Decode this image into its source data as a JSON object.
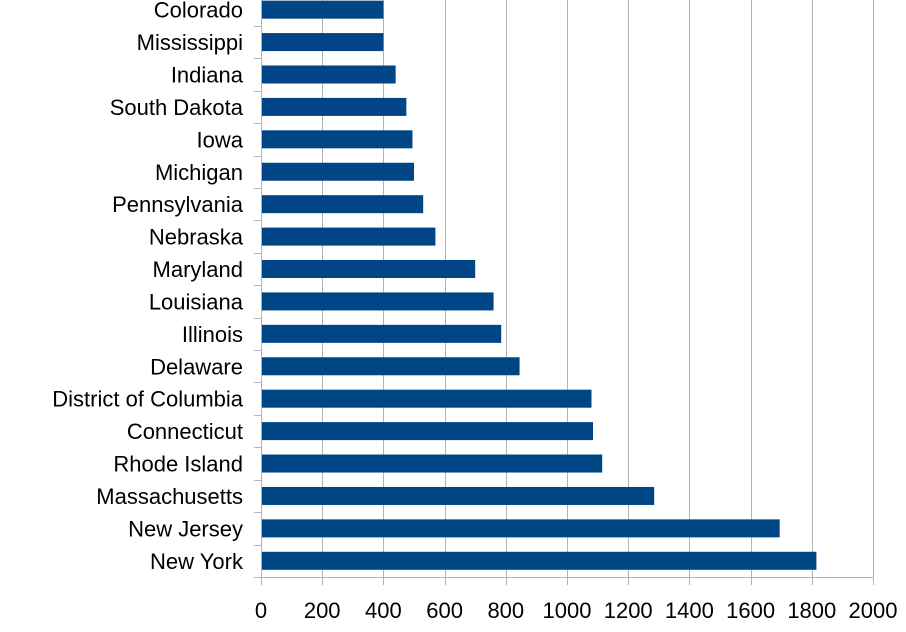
{
  "chart_data": {
    "type": "bar",
    "orientation": "horizontal",
    "categories": [
      "New York",
      "New Jersey",
      "Massachusetts",
      "Rhode Island",
      "Connecticut",
      "District of Columbia",
      "Delaware",
      "Illinois",
      "Louisiana",
      "Maryland",
      "Nebraska",
      "Pennsylvania",
      "Michigan",
      "Iowa",
      "South Dakota",
      "Indiana",
      "Mississippi",
      "Colorado"
    ],
    "values": [
      1815,
      1695,
      1285,
      1115,
      1085,
      1080,
      845,
      785,
      760,
      700,
      570,
      530,
      500,
      495,
      475,
      440,
      400,
      400
    ],
    "xlim": [
      0,
      2000
    ],
    "xticks": [
      "0",
      "200",
      "400",
      "600",
      "800",
      "1000",
      "1200",
      "1400",
      "1600",
      "1800",
      "2000"
    ],
    "grid": "vertical",
    "legend": "none",
    "bar_color": "#004586",
    "grid_color": "#b3b3b3",
    "axis_color": "#b3b3b3"
  }
}
